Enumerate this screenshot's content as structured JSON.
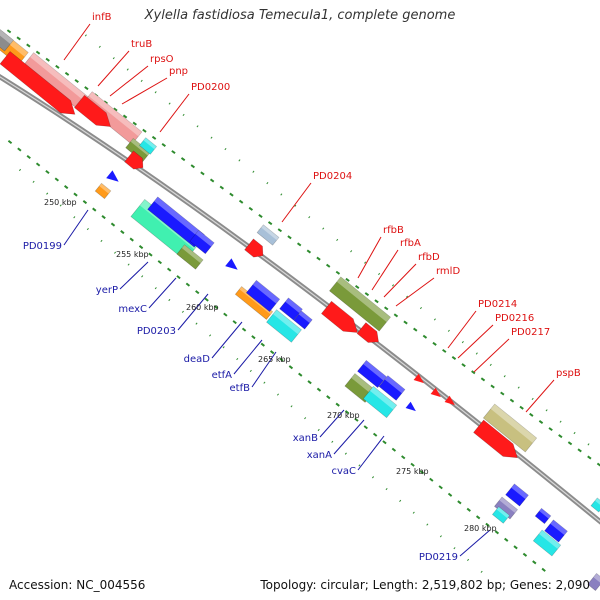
{
  "title": "Xylella fastidiosa Temecula1, complete genome",
  "footer": {
    "accession": "Accession: NC_004556",
    "topology": "Topology: circular; Length: 2,519,802 bp; Genes: 2,090"
  },
  "colors": {
    "backbone": "#8c8c8c",
    "ticks": "#2e8b2e",
    "forward_label": "#dd1111",
    "reverse_label": "#1a1aa6",
    "red": "#ff1a1a",
    "salmon": "#f29a9a",
    "orange": "#ff9a1a",
    "olive": "#7a9a3a",
    "blue": "#1a1aff",
    "aqua": "#26e6e6",
    "mint": "#40f0b0",
    "khaki": "#c8c080",
    "lightsteel": "#a8c0d8",
    "slate": "#8a80c0"
  },
  "scale_labels": [
    "250 kbp",
    "255 kbp",
    "260 kbp",
    "265 kbp",
    "270 kbp",
    "275 kbp",
    "280 kbp"
  ],
  "forward_gene_labels": [
    "infB",
    "truB",
    "rpsO",
    "pnp",
    "PD0200",
    "PD0204",
    "rfbB",
    "rfbA",
    "rfbD",
    "rmlD",
    "PD0214",
    "PD0216",
    "PD0217",
    "pspB"
  ],
  "reverse_gene_labels": [
    "PD0199",
    "yerP",
    "mexC",
    "PD0203",
    "deaD",
    "etfA",
    "etfB",
    "xanB",
    "xanA",
    "cvaC",
    "PD0219"
  ]
}
